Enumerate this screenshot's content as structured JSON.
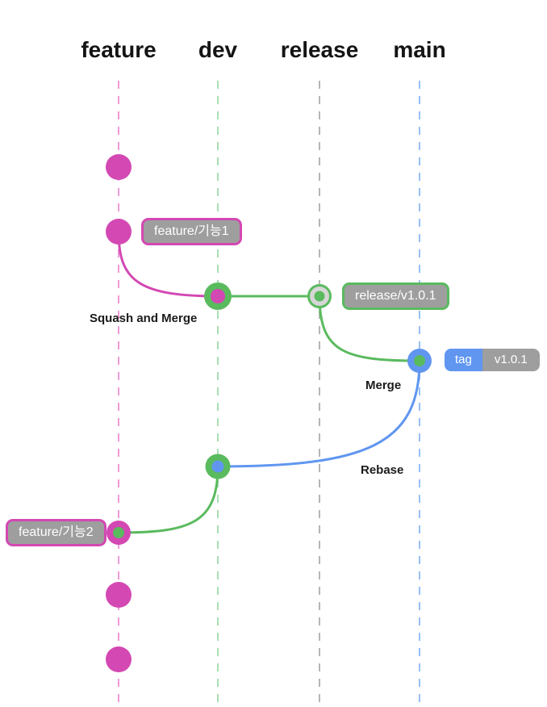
{
  "colors": {
    "feature_pink": "#d348b3",
    "feature_lane": "#f09ad5",
    "dev_green": "#5aba5e",
    "dev_lane": "#a9dfb1",
    "release_gray": "#9e9e9e",
    "release_lane": "#b6b6b6",
    "release_node_fill": "#d6d6d6",
    "main_blue": "#6096f0",
    "main_lane": "#97c0f6",
    "label_bg": "#9e9e9e",
    "label_text": "#ffffff",
    "annotation_text": "#1b1b1b",
    "background": "#ffffff"
  },
  "branches": [
    {
      "name": "feature"
    },
    {
      "name": "dev"
    },
    {
      "name": "release"
    },
    {
      "name": "main"
    }
  ],
  "labels": {
    "feature1": "feature/기능1",
    "feature2": "feature/기능2",
    "release": "release/v1.0.1",
    "tag_key": "tag",
    "tag_value": "v1.0.1"
  },
  "annotations": {
    "squash_and_merge": "Squash and Merge",
    "merge": "Merge",
    "rebase": "Rebase"
  },
  "graph": {
    "type": "git-branch-diagram",
    "commits": [
      {
        "branch": "feature",
        "kind": "commit"
      },
      {
        "branch": "feature",
        "kind": "commit",
        "label": "feature/기능1"
      },
      {
        "branch": "dev",
        "kind": "squash-merge-from-feature",
        "annotation": "Squash and Merge"
      },
      {
        "branch": "release",
        "kind": "branch-point",
        "label": "release/v1.0.1"
      },
      {
        "branch": "main",
        "kind": "merge-from-release",
        "annotation": "Merge",
        "tag": "v1.0.1"
      },
      {
        "branch": "dev",
        "kind": "rebase-from-main",
        "annotation": "Rebase"
      },
      {
        "branch": "feature",
        "kind": "branch-point",
        "label": "feature/기능2"
      },
      {
        "branch": "feature",
        "kind": "commit"
      },
      {
        "branch": "feature",
        "kind": "commit"
      }
    ]
  }
}
